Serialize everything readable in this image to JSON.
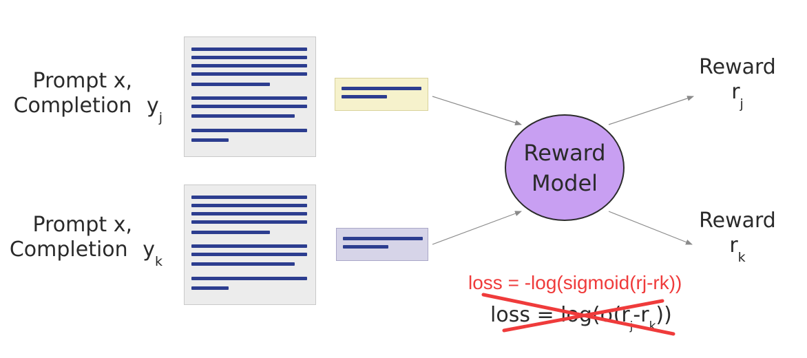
{
  "inputs": [
    {
      "line1": "Prompt x,",
      "line2": "Completion",
      "var": "y",
      "sub": "j"
    },
    {
      "line1": "Prompt x,",
      "line2": "Completion",
      "var": "y",
      "sub": "k"
    }
  ],
  "model": {
    "line1": "Reward",
    "line2": "Model"
  },
  "outputs": [
    {
      "label": "Reward",
      "var": "r",
      "sub": "j"
    },
    {
      "label": "Reward",
      "var": "r",
      "sub": "k"
    }
  ],
  "loss_new": "loss = -log(sigmoid(rj-rk))",
  "loss_old": {
    "pre": "loss = log(σ(r",
    "sub1": "j",
    "mid": "-r",
    "sub2": "k",
    "post": "))"
  },
  "colors": {
    "text_line": "#2c3d8f",
    "chip_j": "#f6f2cc",
    "chip_k": "#d6d4e8",
    "model_fill": "#c89ff2",
    "annotation": "#ef3b3b"
  }
}
